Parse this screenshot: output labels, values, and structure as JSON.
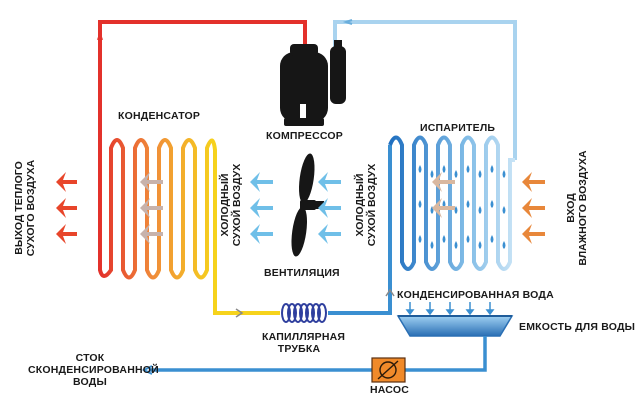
{
  "labels": {
    "condenser": "КОНДЕНСАТОР",
    "compressor": "КОМПРЕССОР",
    "evaporator": "ИСПАРИТЕЛЬ",
    "ventilation": "ВЕНТИЛЯЦИЯ",
    "condensed_water": "КОНДЕНСИРОВАННАЯ ВОДА",
    "water_tank": "ЕМКОСТЬ ДЛЯ ВОДЫ",
    "capillary_line1": "КАПИЛЛЯРНАЯ",
    "capillary_line2": "ТРУБКА",
    "pump": "НАСОС",
    "drain_line1": "СТОК",
    "drain_line2": "СКОНДЕНСИРОВАННОЙ",
    "drain_line3": "ВОДЫ",
    "warm_out_line1": "ВЫХОД ТЕПЛОГО",
    "warm_out_line2": "СУХОГО ВОЗДУХА",
    "cold_left_line1": "ХОЛОДНЫЙ",
    "cold_left_line2": "СУХОЙ ВОЗДУХ",
    "cold_right_line1": "ХОЛОДНЫЙ",
    "cold_right_line2": "СУХОЙ ВОЗДУХ",
    "humid_in_line1": "ВХОД",
    "humid_in_line2": "ВЛАЖНОГО ВОЗДУХА"
  },
  "colors": {
    "hot_pipe": "#e3312b",
    "warm_pipe": "#f7a21b",
    "yellow_pipe": "#f6d31c",
    "cold_pipe": "#3a8fd1",
    "light_pipe": "#a9d3ef",
    "drain_pipe": "#3a8fd1",
    "compressor": "#161616",
    "air_cold": "#6fbfe8",
    "air_hot": "#e8452a",
    "air_humid": "#e8873a",
    "droplet": "#3a8fd1",
    "tank": "#2e7bbf",
    "pump": "#f08a2a"
  }
}
